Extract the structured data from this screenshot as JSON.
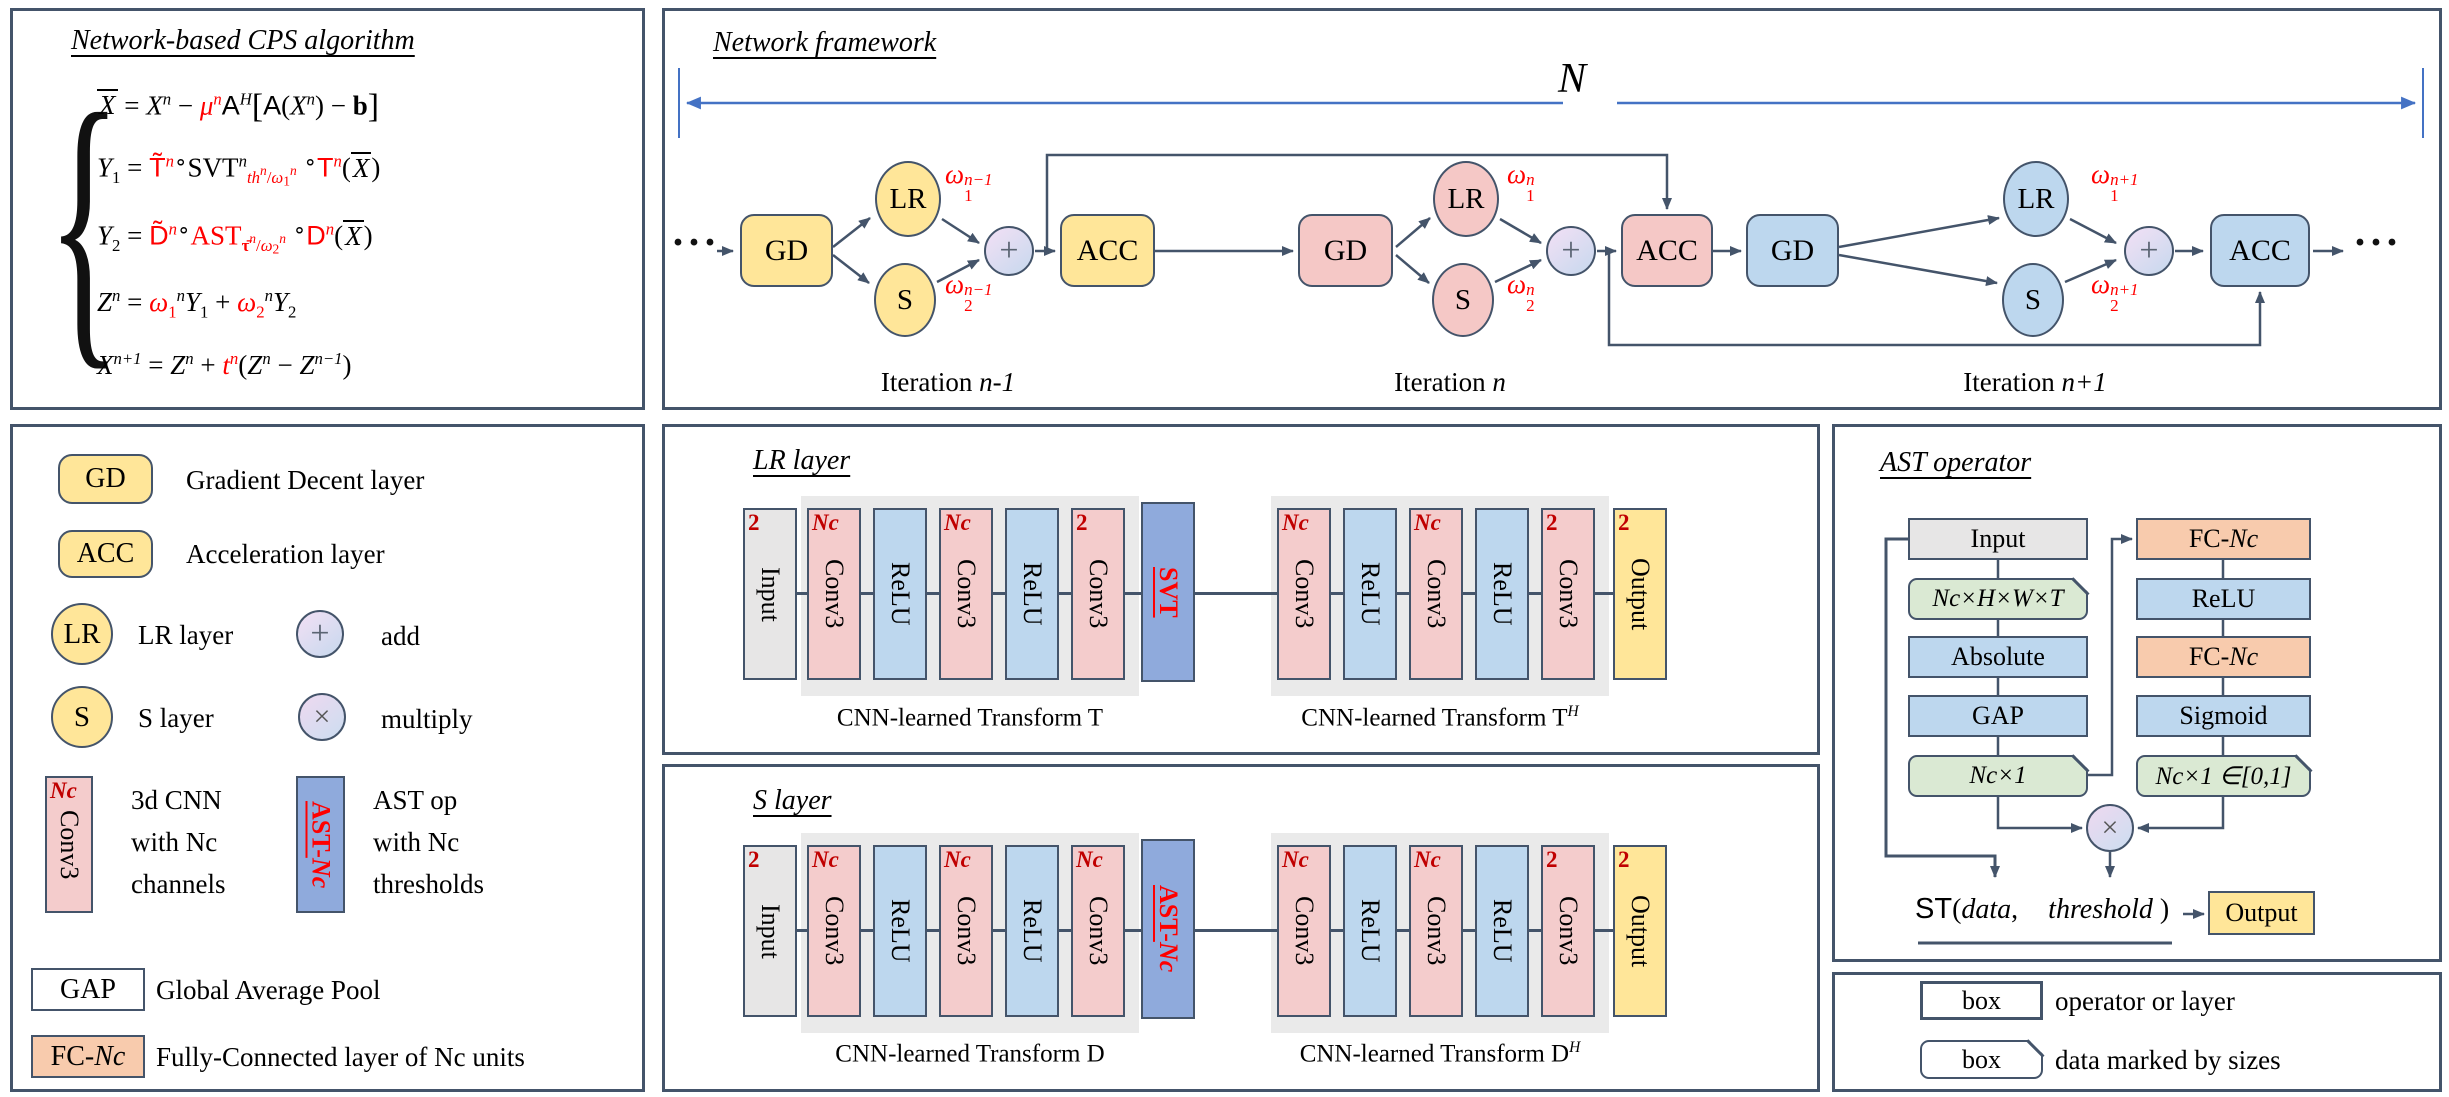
{
  "colors": {
    "border": "#44546A",
    "accent_red": "#FF0000",
    "dark_red": "#C00000",
    "yellow": "#FFE699",
    "pink": "#F5C8C6",
    "conv_pink": "#F4CCCC",
    "blue": "#BDD7EE",
    "medium_blue": "#8FAADC",
    "orange": "#F8CBAD",
    "green": "#DAE9D3",
    "gray": "#E7E6E6",
    "dimension_blue": "#4472C4"
  },
  "algorithm": {
    "title": "Network-based CPS algorithm",
    "brace": "{",
    "lines": [
      {
        "segs": [
          {
            "t": "X",
            "c": "it ov"
          },
          {
            "t": " = ",
            "c": ""
          },
          {
            "t": "X",
            "c": "it"
          },
          {
            "t": "n",
            "c": "sup it"
          },
          {
            "t": " − ",
            "c": ""
          },
          {
            "t": "μ",
            "c": "red it"
          },
          {
            "t": "n",
            "c": "sup it red"
          },
          {
            "t": "A",
            "c": "sf"
          },
          {
            "t": "H",
            "c": "sup it"
          },
          {
            "t": "[",
            "c": "lg"
          },
          {
            "t": "A",
            "c": "sf"
          },
          {
            "t": "(",
            "c": ""
          },
          {
            "t": "X",
            "c": "it"
          },
          {
            "t": "n",
            "c": "sup it"
          },
          {
            "t": ")",
            "c": ""
          },
          {
            "t": " − ",
            "c": ""
          },
          {
            "t": "b",
            "c": "bf"
          },
          {
            "t": "]",
            "c": "lg"
          }
        ]
      },
      {
        "segs": [
          {
            "t": "Y",
            "c": "it"
          },
          {
            "t": "1",
            "c": "sub"
          },
          {
            "t": " = ",
            "c": ""
          },
          {
            "t": "T̃",
            "c": "red sf"
          },
          {
            "t": "n",
            "c": "sup it red"
          },
          {
            "t": "∘",
            "c": "ring"
          },
          {
            "t": "SVT",
            "c": ""
          },
          {
            "t": "n",
            "c": "sup it"
          },
          {
            "t": "th",
            "c": "sub it red"
          },
          {
            "t": "n",
            "c": "ssup it red"
          },
          {
            "t": "/",
            "c": "sub red"
          },
          {
            "t": "ω",
            "c": "sub it red"
          },
          {
            "t": "1",
            "c": "ssub red"
          },
          {
            "t": "n",
            "c": "ssup it red"
          },
          {
            "t": " ",
            "c": ""
          },
          {
            "t": "∘",
            "c": "ring"
          },
          {
            "t": "T",
            "c": "red sf"
          },
          {
            "t": "n",
            "c": "sup it red"
          },
          {
            "t": "(",
            "c": ""
          },
          {
            "t": "X",
            "c": "it ov"
          },
          {
            "t": ")",
            "c": ""
          }
        ]
      },
      {
        "segs": [
          {
            "t": "Y",
            "c": "it"
          },
          {
            "t": "2",
            "c": "sub"
          },
          {
            "t": " = ",
            "c": ""
          },
          {
            "t": "D̃",
            "c": "red sf"
          },
          {
            "t": "n",
            "c": "sup it red"
          },
          {
            "t": "∘",
            "c": "ring"
          },
          {
            "t": "AST",
            "c": "red"
          },
          {
            "t": "τ̄",
            "c": "sub bf red"
          },
          {
            "t": "n",
            "c": "ssup it red"
          },
          {
            "t": "/",
            "c": "sub red"
          },
          {
            "t": "ω",
            "c": "sub it red"
          },
          {
            "t": "2",
            "c": "ssub red"
          },
          {
            "t": "n",
            "c": "ssup it red"
          },
          {
            "t": " ",
            "c": ""
          },
          {
            "t": "∘",
            "c": "ring"
          },
          {
            "t": "D",
            "c": "red sf"
          },
          {
            "t": "n",
            "c": "sup it red"
          },
          {
            "t": "(",
            "c": ""
          },
          {
            "t": "X",
            "c": "it ov"
          },
          {
            "t": ")",
            "c": ""
          }
        ]
      },
      {
        "segs": [
          {
            "t": "Z",
            "c": "it"
          },
          {
            "t": "n",
            "c": "sup it"
          },
          {
            "t": " = ",
            "c": ""
          },
          {
            "t": "ω",
            "c": "red it"
          },
          {
            "t": "1",
            "c": "sub red"
          },
          {
            "t": "n",
            "c": "sup it"
          },
          {
            "t": "Y",
            "c": "it"
          },
          {
            "t": "1",
            "c": "sub"
          },
          {
            "t": " + ",
            "c": ""
          },
          {
            "t": "ω",
            "c": "red it"
          },
          {
            "t": "2",
            "c": "sub red"
          },
          {
            "t": "n",
            "c": "sup it"
          },
          {
            "t": "Y",
            "c": "it"
          },
          {
            "t": "2",
            "c": "sub"
          }
        ]
      },
      {
        "segs": [
          {
            "t": "X",
            "c": "it"
          },
          {
            "t": "n+1",
            "c": "sup it"
          },
          {
            "t": " = ",
            "c": ""
          },
          {
            "t": "Z",
            "c": "it"
          },
          {
            "t": "n",
            "c": "sup it"
          },
          {
            "t": " + ",
            "c": ""
          },
          {
            "t": "t",
            "c": "red it"
          },
          {
            "t": "n",
            "c": "sup it red"
          },
          {
            "t": "(",
            "c": ""
          },
          {
            "t": "Z",
            "c": "it"
          },
          {
            "t": "n",
            "c": "sup it"
          },
          {
            "t": " − ",
            "c": ""
          },
          {
            "t": "Z",
            "c": "it"
          },
          {
            "t": "n−1",
            "c": "sup it"
          },
          {
            "t": ")",
            "c": ""
          }
        ]
      }
    ]
  },
  "framework": {
    "title": "Network framework",
    "n_label": "N",
    "entry_dots": "···",
    "exit_dots": "···",
    "iterations": [
      {
        "gd": "GD",
        "lr": "LR",
        "s": "S",
        "plus": "+",
        "acc": "ACC",
        "omega1": {
          "base": "ω",
          "sub": "1",
          "sup": "n−1"
        },
        "omega2": {
          "base": "ω",
          "sub": "2",
          "sup": "n−1"
        },
        "caption": "Iteration ",
        "caption_var": "n-1"
      },
      {
        "gd": "GD",
        "lr": "LR",
        "s": "S",
        "plus": "+",
        "acc": "ACC",
        "omega1": {
          "base": "ω",
          "sub": "1",
          "sup": "n"
        },
        "omega2": {
          "base": "ω",
          "sub": "2",
          "sup": "n"
        },
        "caption": "Iteration ",
        "caption_var": "n"
      },
      {
        "gd": "GD",
        "lr": "LR",
        "s": "S",
        "plus": "+",
        "acc": "ACC",
        "omega1": {
          "base": "ω",
          "sub": "1",
          "sup": "n+1"
        },
        "omega2": {
          "base": "ω",
          "sub": "2",
          "sup": "n+1"
        },
        "caption": "Iteration ",
        "caption_var": "n+1"
      }
    ]
  },
  "lr_layer": {
    "title": "LR layer",
    "input": {
      "size": "2",
      "label": "Input"
    },
    "stage1": {
      "caption": "CNN-learned Transform T",
      "caption_sup": "",
      "boxes": [
        {
          "size": "Nc",
          "label": "Conv3"
        },
        {
          "size": "",
          "label": "ReLU"
        },
        {
          "size": "Nc",
          "label": "Conv3"
        },
        {
          "size": "",
          "label": "ReLU"
        },
        {
          "size": "2",
          "label": "Conv3"
        }
      ]
    },
    "core": {
      "main": "SVT",
      "var": ""
    },
    "stage2": {
      "caption": "CNN-learned Transform T",
      "caption_sup": "H",
      "boxes": [
        {
          "size": "Nc",
          "label": "Conv3"
        },
        {
          "size": "",
          "label": "ReLU"
        },
        {
          "size": "Nc",
          "label": "Conv3"
        },
        {
          "size": "",
          "label": "ReLU"
        },
        {
          "size": "2",
          "label": "Conv3"
        }
      ]
    },
    "output": {
      "size": "2",
      "label": "Output"
    }
  },
  "s_layer": {
    "title": "S layer",
    "input": {
      "size": "2",
      "label": "Input"
    },
    "stage1": {
      "caption": "CNN-learned Transform D",
      "caption_sup": "",
      "boxes": [
        {
          "size": "Nc",
          "label": "Conv3"
        },
        {
          "size": "",
          "label": "ReLU"
        },
        {
          "size": "Nc",
          "label": "Conv3"
        },
        {
          "size": "",
          "label": "ReLU"
        },
        {
          "size": "Nc",
          "label": "Conv3"
        }
      ]
    },
    "core": {
      "main": "AST-",
      "var": "Nc"
    },
    "stage2": {
      "caption": "CNN-learned Transform D",
      "caption_sup": "H",
      "boxes": [
        {
          "size": "Nc",
          "label": "Conv3"
        },
        {
          "size": "",
          "label": "ReLU"
        },
        {
          "size": "Nc",
          "label": "Conv3"
        },
        {
          "size": "",
          "label": "ReLU"
        },
        {
          "size": "2",
          "label": "Conv3"
        }
      ]
    },
    "output": {
      "size": "2",
      "label": "Output"
    }
  },
  "legend": {
    "gd": {
      "box": "GD",
      "text": "Gradient Decent layer"
    },
    "acc": {
      "box": "ACC",
      "text": "Acceleration layer"
    },
    "lr": {
      "box": "LR",
      "text": "LR layer"
    },
    "add": {
      "box": "+",
      "text": "add"
    },
    "s": {
      "box": "S",
      "text": "S layer"
    },
    "multiply": {
      "box": "×",
      "text": "multiply"
    },
    "conv": {
      "size": "Nc",
      "box": "Conv3",
      "line1": "3d CNN",
      "line2": "with Nc",
      "line3": "channels"
    },
    "ast": {
      "main": "AST-",
      "var": "Nc",
      "line1": "AST op",
      "line2": "with Nc",
      "line3": "thresholds"
    },
    "gap": {
      "box": "GAP",
      "text": "Global Average Pool"
    },
    "fc": {
      "main": "FC-",
      "var": "Nc",
      "text": "Fully-Connected layer of Nc units"
    }
  },
  "ast_operator": {
    "title": "AST operator",
    "left_column": {
      "input": "Input",
      "dims": "Nc×H×W×T",
      "absolute": "Absolute",
      "gap": "GAP",
      "vec": "Nc×1"
    },
    "right_column": {
      "fc1_main": "FC-",
      "fc1_var": "Nc",
      "relu": "ReLU",
      "fc2_main": "FC-",
      "fc2_var": "Nc",
      "sigmoid": "Sigmoid",
      "vec": "Nc×1 ∈[0,1]"
    },
    "multiply": "×",
    "st": {
      "fn": "ST",
      "open": "(",
      "data": "data",
      "comma": ",",
      "threshold": "threshold",
      "close": ")"
    },
    "output": "Output"
  },
  "box_legend": {
    "operator": {
      "box": "box",
      "text": "operator or layer"
    },
    "data": {
      "box": "box",
      "text": "data marked by sizes"
    }
  }
}
